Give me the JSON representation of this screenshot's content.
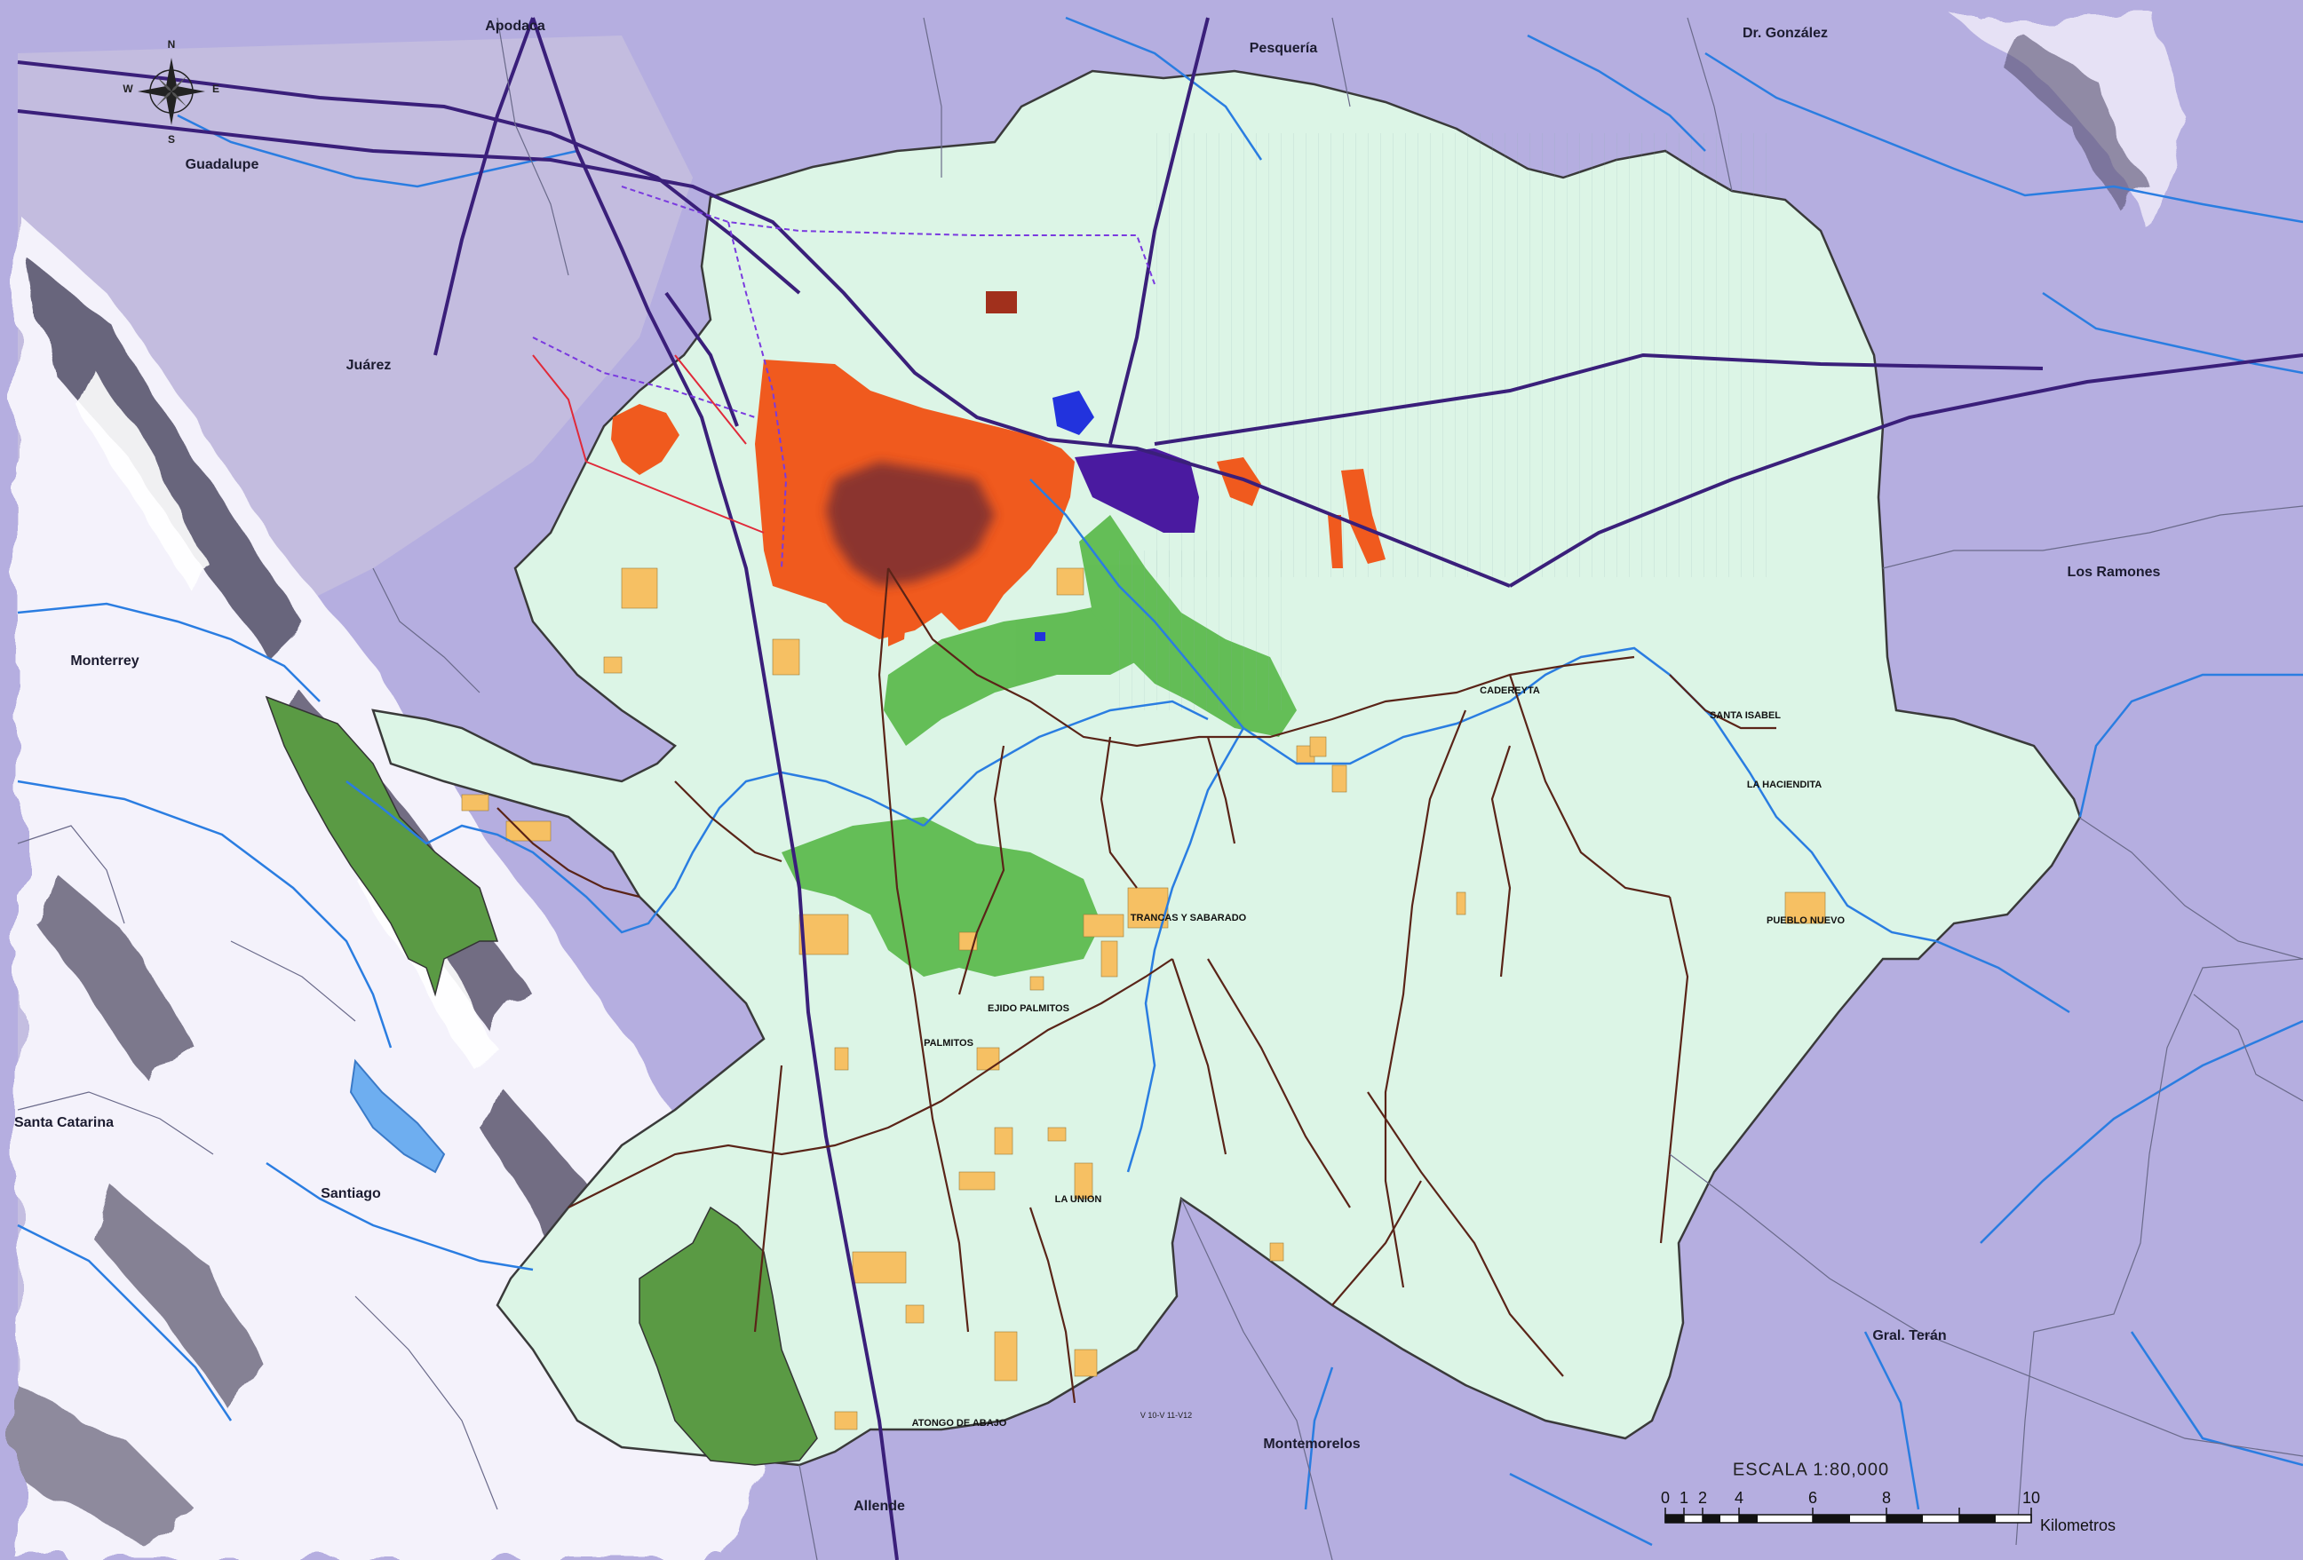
{
  "map": {
    "colors": {
      "background": "#b5aee0",
      "municipality": "#dcf5e6",
      "urban": "#f05a1e",
      "urban_dense": "#7a2e30",
      "development": "#f6c063",
      "forest_light": "#5dbb4f",
      "forest_dark": "#5a9a44",
      "reserve_violet": "#4a1aa0",
      "blue_zone": "#2233dd",
      "river": "#2a7de1",
      "highway": "#3a1f7a",
      "road": "#5a2418",
      "minor_line": "#6b4a44"
    },
    "icons": [
      "compass-rose-icon"
    ]
  },
  "compass": {
    "n": "N",
    "s": "S",
    "e": "E",
    "w": "W"
  },
  "places": {
    "apodaca": "Apodaca",
    "pesqueria": "Pesquería",
    "dr_gonzalez": "Dr. González",
    "guadalupe": "Guadalupe",
    "juarez": "Juárez",
    "monterrey": "Monterrey",
    "los_ramones": "Los Ramones",
    "santa_catarina": "Santa Catarina",
    "santiago": "Santiago",
    "gral_teran": "Gral. Terán",
    "montemorelos": "Montemorelos",
    "allende": "Allende"
  },
  "localities": {
    "santa_isabel": "SANTA ISABEL",
    "la_haciendita": "LA HACIENDITA",
    "pueblo_nuevo": "PUEBLO NUEVO",
    "trancas": "TRANCAS Y SABARADO",
    "palmitos_ejido": "EJIDO PALMITOS",
    "palmitos": "PALMITOS",
    "la_union": "LA UNION",
    "atongo": "ATONGO DE ABAJO",
    "cadereyta": "CADEREYTA",
    "marker": "V 10-V 11-V12"
  },
  "scale": {
    "title": "ESCALA  1:80,000",
    "ticks": [
      "0",
      "1",
      "2",
      "4",
      "6",
      "8",
      "10"
    ],
    "tick_km": [
      0,
      1,
      2,
      4,
      6,
      8,
      10
    ],
    "unit": "Kilometros"
  }
}
